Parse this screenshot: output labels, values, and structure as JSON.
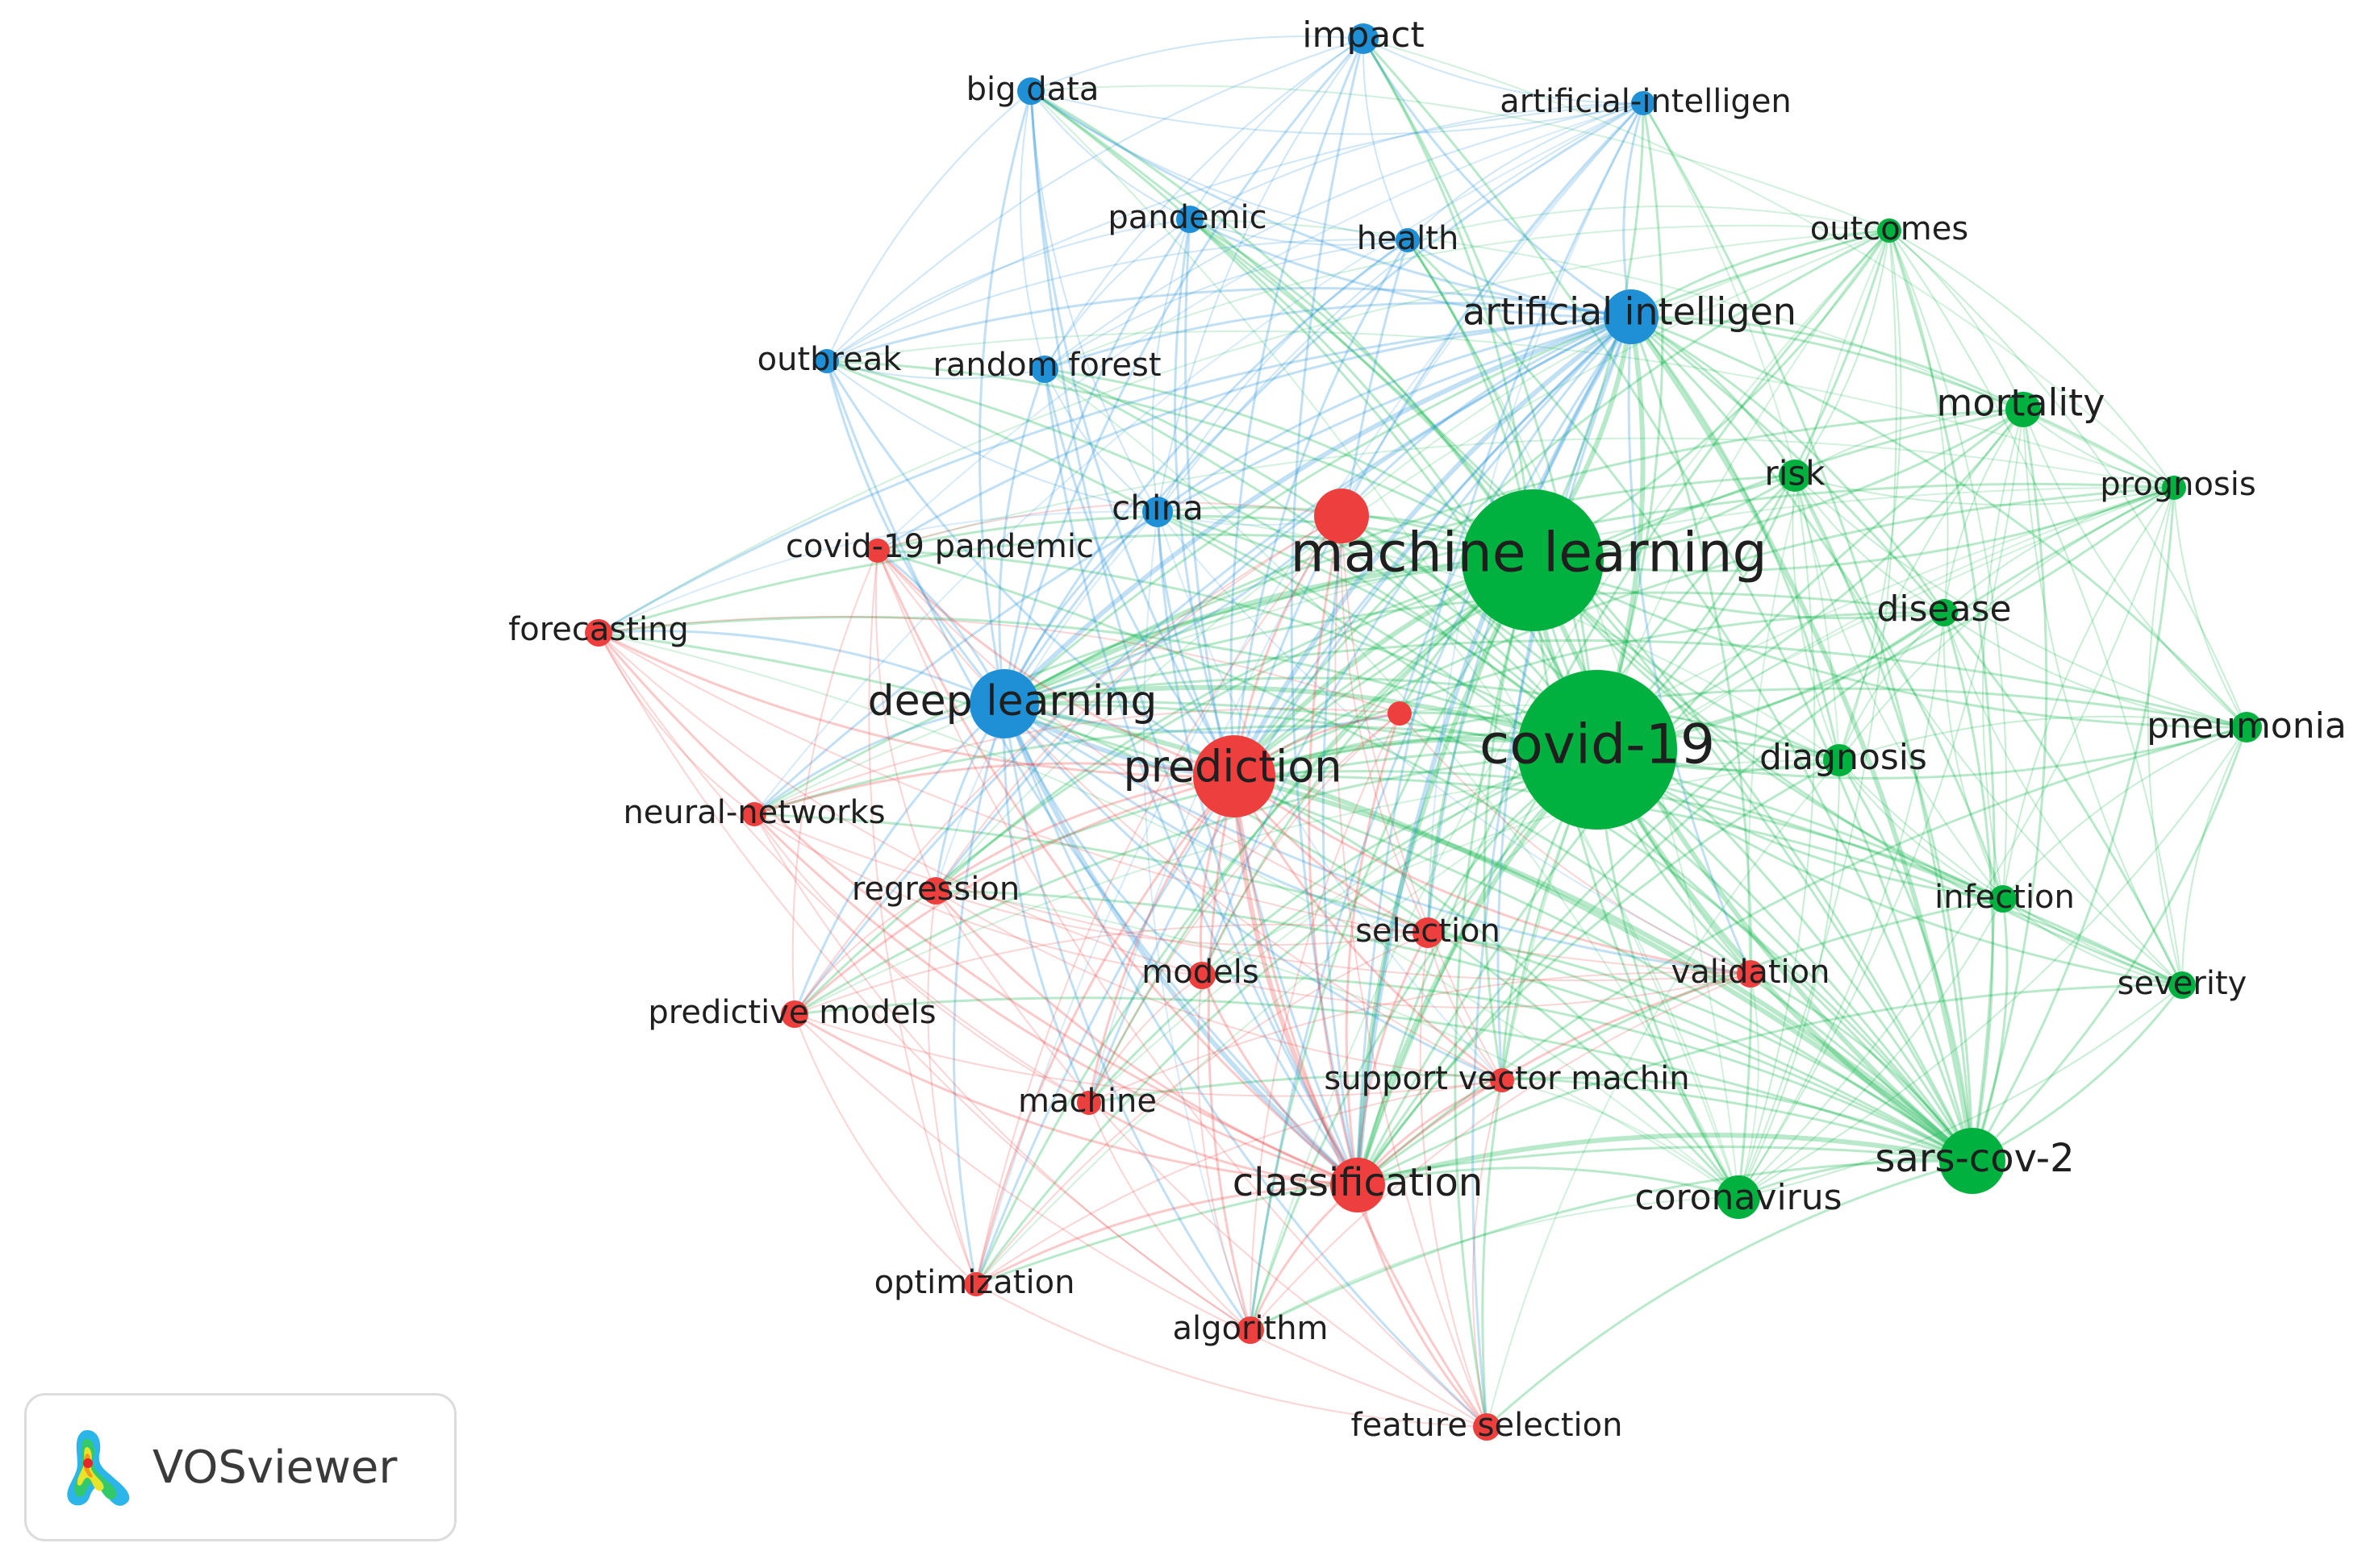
{
  "clusters": [
    {
      "id": "red",
      "color": "#ee3f3f"
    },
    {
      "id": "green",
      "color": "#00b140"
    },
    {
      "id": "blue",
      "color": "#1f8fd6"
    }
  ],
  "nodes": [
    {
      "id": "machine-learning",
      "label": "machine learning",
      "cluster": "green",
      "weight": 5.2
    },
    {
      "id": "covid-19",
      "label": "covid-19",
      "cluster": "green",
      "weight": 5.8
    },
    {
      "id": "sars-cov-2",
      "label": "sars-cov-2",
      "cluster": "green",
      "weight": 2.4
    },
    {
      "id": "coronavirus",
      "label": "coronavirus",
      "cluster": "green",
      "weight": 1.6
    },
    {
      "id": "mortality",
      "label": "mortality",
      "cluster": "green",
      "weight": 1.3
    },
    {
      "id": "risk",
      "label": "risk",
      "cluster": "green",
      "weight": 1.2
    },
    {
      "id": "prognosis",
      "label": "prognosis",
      "cluster": "green",
      "weight": 0.9
    },
    {
      "id": "disease",
      "label": "disease",
      "cluster": "green",
      "weight": 1.0
    },
    {
      "id": "pneumonia",
      "label": "pneumonia",
      "cluster": "green",
      "weight": 1.1
    },
    {
      "id": "diagnosis",
      "label": "diagnosis",
      "cluster": "green",
      "weight": 1.2
    },
    {
      "id": "infection",
      "label": "infection",
      "cluster": "green",
      "weight": 1.0
    },
    {
      "id": "severity",
      "label": "severity",
      "cluster": "green",
      "weight": 1.0
    },
    {
      "id": "outcomes",
      "label": "outcomes",
      "cluster": "green",
      "weight": 0.9
    },
    {
      "id": "impact",
      "label": "impact",
      "cluster": "blue",
      "weight": 1.1
    },
    {
      "id": "big-data",
      "label": "big data",
      "cluster": "blue",
      "weight": 1.0
    },
    {
      "id": "artificial-intelligen-hyphen",
      "label": "artificial-intelligen",
      "cluster": "blue",
      "weight": 0.9
    },
    {
      "id": "pandemic",
      "label": "pandemic",
      "cluster": "blue",
      "weight": 1.0
    },
    {
      "id": "health",
      "label": "health",
      "cluster": "blue",
      "weight": 0.9
    },
    {
      "id": "artificial-intelligen",
      "label": "artificial intelligen",
      "cluster": "blue",
      "weight": 2.0
    },
    {
      "id": "outbreak",
      "label": "outbreak",
      "cluster": "blue",
      "weight": 0.9
    },
    {
      "id": "random-forest",
      "label": "random forest",
      "cluster": "blue",
      "weight": 1.0
    },
    {
      "id": "china",
      "label": "china",
      "cluster": "blue",
      "weight": 1.1
    },
    {
      "id": "deep-learning",
      "label": "deep learning",
      "cluster": "blue",
      "weight": 2.5
    },
    {
      "id": "unlabeled-red-1",
      "label": "",
      "cluster": "red",
      "weight": 2.0
    },
    {
      "id": "unlabeled-red-2",
      "label": "",
      "cluster": "red",
      "weight": 0.9
    },
    {
      "id": "covid-19-pandemic",
      "label": "covid-19 pandemic",
      "cluster": "red",
      "weight": 0.9
    },
    {
      "id": "forecasting",
      "label": "forecasting",
      "cluster": "red",
      "weight": 1.0
    },
    {
      "id": "prediction",
      "label": "prediction",
      "cluster": "red",
      "weight": 3.0
    },
    {
      "id": "neural-networks",
      "label": "neural-networks",
      "cluster": "red",
      "weight": 0.9
    },
    {
      "id": "regression",
      "label": "regression",
      "cluster": "red",
      "weight": 1.0
    },
    {
      "id": "models",
      "label": "models",
      "cluster": "red",
      "weight": 1.0
    },
    {
      "id": "selection",
      "label": "selection",
      "cluster": "red",
      "weight": 1.1
    },
    {
      "id": "validation",
      "label": "validation",
      "cluster": "red",
      "weight": 1.0
    },
    {
      "id": "predictive-models",
      "label": "predictive models",
      "cluster": "red",
      "weight": 1.0
    },
    {
      "id": "machine",
      "label": "machine",
      "cluster": "red",
      "weight": 0.9
    },
    {
      "id": "support-vector-machin",
      "label": "support vector machin",
      "cluster": "red",
      "weight": 0.9
    },
    {
      "id": "classification",
      "label": "classification",
      "cluster": "red",
      "weight": 2.0
    },
    {
      "id": "optimization",
      "label": "optimization",
      "cluster": "red",
      "weight": 0.9
    },
    {
      "id": "algorithm",
      "label": "algorithm",
      "cluster": "red",
      "weight": 1.0
    },
    {
      "id": "feature-selection",
      "label": "feature selection",
      "cluster": "red",
      "weight": 1.0
    }
  ],
  "badge": {
    "label": "VOSviewer"
  }
}
